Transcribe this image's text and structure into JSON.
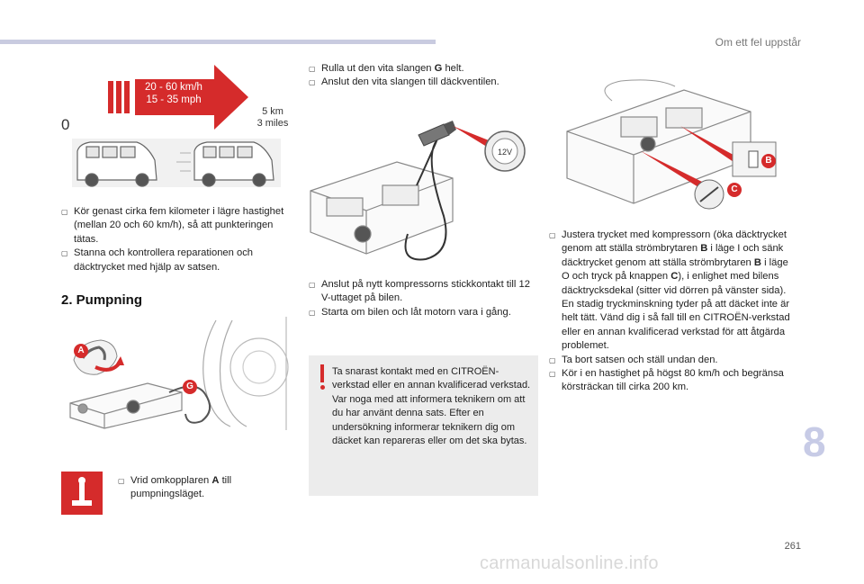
{
  "header": {
    "chapter_title": "Om ett fel uppstår",
    "tab_number": "8"
  },
  "footer": {
    "page_number": "261",
    "watermark": "carmanualsonline.info"
  },
  "illustration_speed": {
    "speed_kmh": "20 - 60 km/h",
    "speed_mph": "15 - 35 mph",
    "distance_km": "5 km",
    "distance_miles": "3 miles",
    "start": "0"
  },
  "col1": {
    "bullets": [
      "Kör genast cirka fem kilometer i lägre hastighet (mellan 20 och 60 km/h), så att punkteringen tätas.",
      "Stanna och kontrollera reparationen och däcktrycket med hjälp av satsen."
    ],
    "section_title": "2. Pumpning",
    "step_text_pre": "Vrid omkopplaren ",
    "step_key": "A",
    "step_text_post": " till pumpningsläget.",
    "label_a": "A",
    "label_g": "G"
  },
  "col2": {
    "bullet1_pre": "Rulla ut den vita slangen ",
    "bullet1_key": "G",
    "bullet1_post": " helt.",
    "bullet2": "Anslut den vita slangen till däckventilen.",
    "socket_label": "12V",
    "bullets_lower": [
      "Anslut på nytt kompressorns stickkontakt till 12 V-uttaget på bilen.",
      "Starta om bilen och låt motorn vara i gång."
    ],
    "warning_lines": [
      "Ta snarast kontakt med en CITROËN-verkstad eller en annan kvalificerad verkstad.",
      "Var noga med att informera teknikern om att du har använt denna sats. Efter en undersökning informerar teknikern dig om däcket kan repareras eller om det ska bytas."
    ]
  },
  "col3": {
    "label_b": "B",
    "label_c": "C",
    "bullet1_a": "Justera trycket med kompressorn (öka däcktrycket genom att ställa strömbrytaren ",
    "key_b1": "B",
    "bullet1_b": " i läge I och sänk däcktrycket genom att ställa strömbrytaren ",
    "key_b2": "B",
    "bullet1_c": " i läge O och tryck på knappen ",
    "key_c": "C",
    "bullet1_d": "), i enlighet med bilens däcktrycksdekal (sitter vid dörren på vänster sida).",
    "bullet1_extra": "En stadig tryckminskning tyder på att däcket inte är helt tätt. Vänd dig i så fall till en CITROËN-verkstad eller en annan kvalificerad verkstad för att åtgärda problemet.",
    "bullets": [
      "Ta bort satsen och ställ undan den.",
      "Kör i en hastighet på högst 80 km/h och begränsa körsträckan till cirka 200 km."
    ]
  },
  "colors": {
    "accent_red": "#d52b2b",
    "tab_blue": "#c7cbe6",
    "warning_bg": "#ececec"
  }
}
